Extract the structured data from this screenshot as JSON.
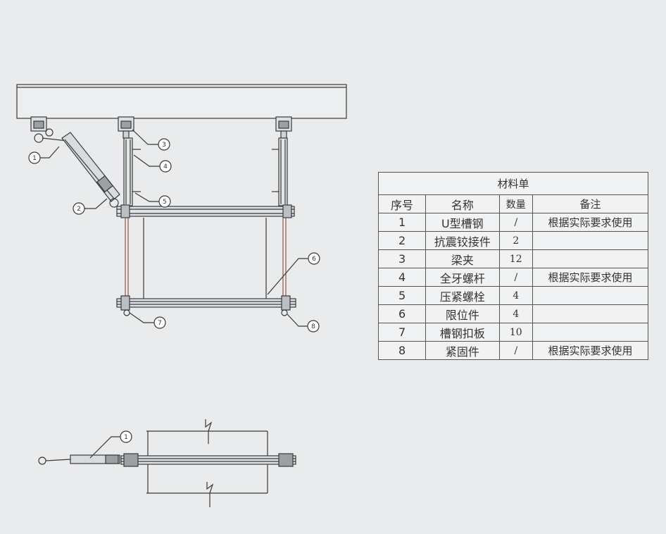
{
  "materials_table": {
    "title": "材料单",
    "headers": [
      "序号",
      "名称",
      "数量",
      "备注"
    ],
    "rows": [
      {
        "no": "1",
        "name": "U型槽钢",
        "qty": "/",
        "note": "根据实际要求使用"
      },
      {
        "no": "2",
        "name": "抗震铰接件",
        "qty": "2",
        "note": ""
      },
      {
        "no": "3",
        "name": "梁夹",
        "qty": "12",
        "note": ""
      },
      {
        "no": "4",
        "name": "全牙螺杆",
        "qty": "/",
        "note": "根据实际要求使用"
      },
      {
        "no": "5",
        "name": "压紧螺栓",
        "qty": "4",
        "note": ""
      },
      {
        "no": "6",
        "name": "限位件",
        "qty": "4",
        "note": ""
      },
      {
        "no": "7",
        "name": "槽钢扣板",
        "qty": "10",
        "note": ""
      },
      {
        "no": "8",
        "name": "紧固件",
        "qty": "/",
        "note": "根据实际要求使用"
      }
    ]
  },
  "callouts": {
    "front_view": [
      "1",
      "2",
      "3",
      "4",
      "5",
      "6",
      "7",
      "8"
    ],
    "plan_view": [
      "1"
    ]
  },
  "colors": {
    "background": "#e9ebec",
    "line": "#3a3a3a",
    "rod": "#8a5a4a"
  }
}
